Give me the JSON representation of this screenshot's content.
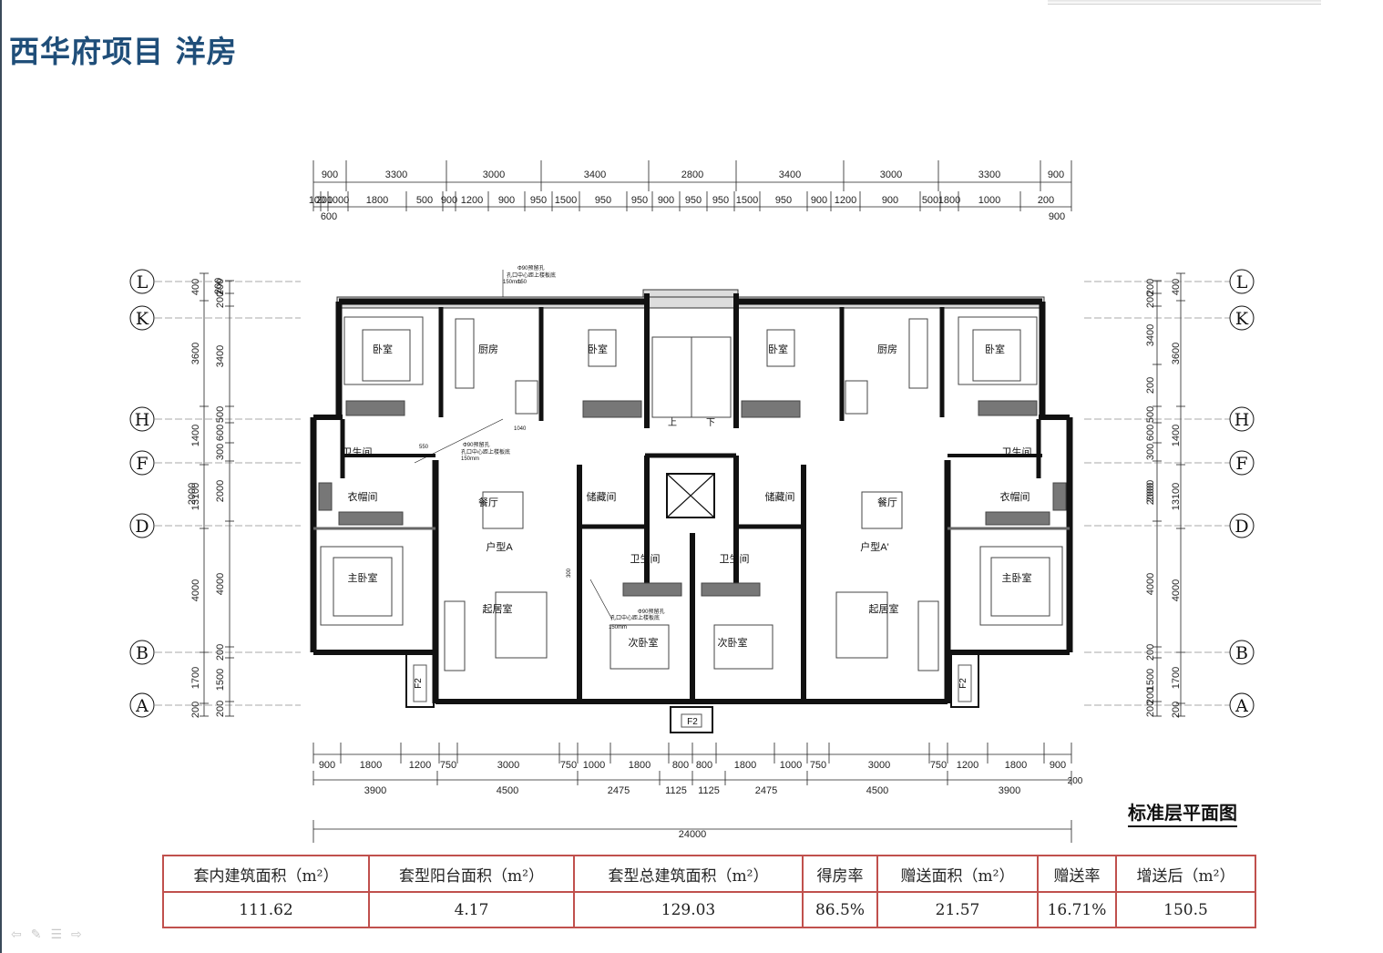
{
  "page": {
    "title": "西华府项目 洋房"
  },
  "plan": {
    "caption": "标准层平面图",
    "grid_rows": [
      "L",
      "K",
      "H",
      "F",
      "D",
      "B",
      "A"
    ],
    "dims_top_outer": [
      "900",
      "3300",
      "3000",
      "3400",
      "2800",
      "3400",
      "3000",
      "3300",
      "900"
    ],
    "dims_top_inner": [
      "100",
      "200",
      "1000",
      "1800",
      "500",
      "900",
      "1200",
      "900",
      "950",
      "1500",
      "950",
      "950",
      "900",
      "950",
      "950",
      "1500",
      "950",
      "900",
      "1200",
      "900",
      "500",
      "1800",
      "1000",
      "200"
    ],
    "dims_top_extra_left": "600",
    "dims_top_extra_right": "900",
    "dims_bottom_inner": [
      "900",
      "1800",
      "1200",
      "750",
      "3000",
      "750",
      "1000",
      "1800",
      "800",
      "800",
      "1800",
      "1000",
      "750",
      "3000",
      "750",
      "1200",
      "1800",
      "900"
    ],
    "dims_bottom_outer": [
      "3900",
      "4500",
      "2475",
      "1125",
      "1125",
      "2475",
      "4500",
      "3900"
    ],
    "dims_bottom_extra": "200",
    "dims_bottom_total": "24000",
    "dims_left_outer": [
      "400",
      "3600",
      "1400",
      "13100",
      "4000",
      "1700",
      "200"
    ],
    "dims_left_inner": [
      "200",
      "200",
      "3400",
      "500",
      "600",
      "300",
      "2000",
      "4000",
      "200",
      "1500",
      "200"
    ],
    "dims_left_extra": [
      "200",
      "2000"
    ],
    "dims_right_outer": [
      "400",
      "3600",
      "1400",
      "13100",
      "4000",
      "1700",
      "200"
    ],
    "dims_right_inner": [
      "200",
      "200",
      "3400",
      "200",
      "500",
      "600",
      "300",
      "2000",
      "4000",
      "200",
      "1500",
      "200"
    ],
    "dims_right_extra": [
      "200",
      "2000"
    ],
    "rooms": [
      "卧室",
      "厨房",
      "卧室",
      "卧室",
      "厨房",
      "卧室",
      "卫生间",
      "卫生间",
      "衣帽间",
      "衣帽间",
      "餐厅",
      "储藏间",
      "储藏间",
      "餐厅",
      "户型A",
      "户型A'",
      "主卧室",
      "主卧室",
      "卫生间",
      "卫生间",
      "起居室",
      "次卧室",
      "次卧室",
      "起居室"
    ],
    "stair_labels": [
      "上",
      "下"
    ],
    "notes": {
      "pipe_1": "Φ90预留孔",
      "note_1": "孔口中心距上楼板底",
      "dim_1a": "150mm",
      "dim_1b": "150",
      "dim_1040": "1040",
      "dim_550": "550",
      "pipe_2": "Φ90预留孔",
      "note_2": "孔口中心距上楼板底",
      "dim_2": "150mm",
      "pipe_3": "Φ90预留孔",
      "note_3": "孔口中心距上楼板底",
      "dim_3": "150mm",
      "vert_300": "300"
    },
    "ac_labels": [
      "F2",
      "F2",
      "F2"
    ]
  },
  "area_table": {
    "headers": [
      "套内建筑面积（m²）",
      "套型阳台面积（m²）",
      "套型总建筑面积（m²）",
      "得房率",
      "赠送面积（m²）",
      "赠送率",
      "增送后（m²）"
    ],
    "values": [
      "111.62",
      "4.17",
      "129.03",
      "86.5%",
      "21.57",
      "16.71%",
      "150.5"
    ]
  },
  "nav": {
    "icons": [
      "arrow-left-icon",
      "pen-icon",
      "menu-icon",
      "arrow-right-icon"
    ],
    "glyphs": [
      "⇦",
      "✎",
      "☰",
      "⇨"
    ]
  }
}
